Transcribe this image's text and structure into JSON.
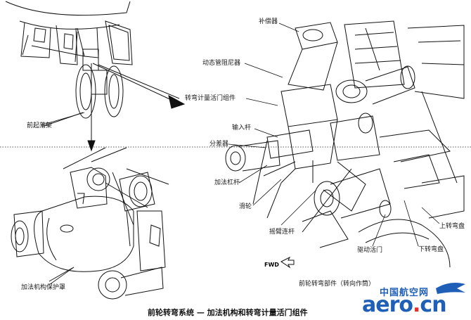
{
  "labels": {
    "compensator": "补偿器",
    "dynamic_damper": "动态管阻尼器",
    "steering_metering_valve": "转弯计量活门组件",
    "input_rod": "输入杆",
    "differential": "分差器",
    "add_rod": "加法杠杆",
    "pulley": "滑轮",
    "nose_gear": "前起落架",
    "add_mech_cover": "加法机构保护罩",
    "drive_arm": "摇臂连杆",
    "drive_valve": "驱动活门",
    "upper_steering_plate": "上转弯盘",
    "lower_steering_plate": "下转弯盘",
    "nose_steering_assembly": "前轮转弯部件（转向作筒）",
    "fwd": "FWD"
  },
  "caption": "前轮转弯系统 — 加法机构和转弯计量活门组件",
  "brand": {
    "cn": "中国航空网",
    "en_main": "aero",
    "en_dot": ".",
    "en_tail": "cn",
    "color": "#1f5fb7",
    "dot_color": "#e0312c"
  }
}
